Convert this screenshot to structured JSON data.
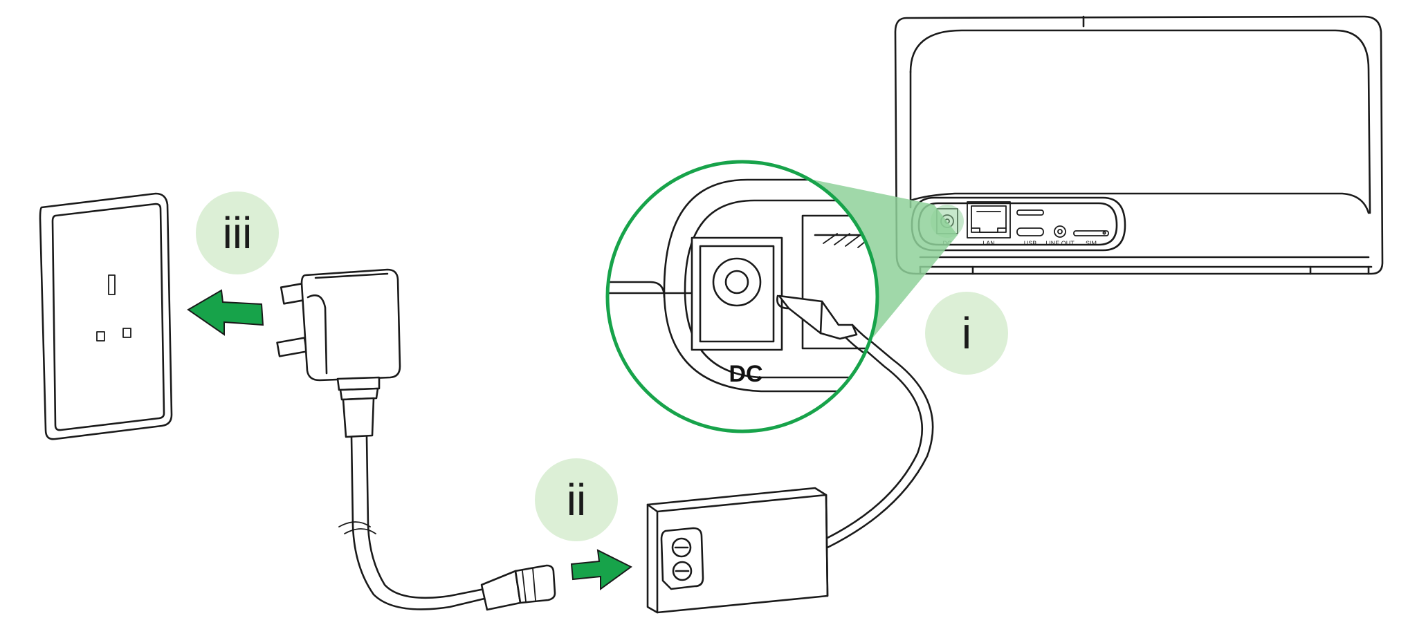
{
  "colors": {
    "accent_green": "#17a34a",
    "badge_fill": "#dcefd6",
    "zoom_fill": "#8fd19a",
    "ink": "#1a1a1a"
  },
  "steps": [
    {
      "label": "i"
    },
    {
      "label": "ii"
    },
    {
      "label": "iii"
    }
  ],
  "device": {
    "ports": [
      "DC",
      "LAN",
      "USB",
      "LINE OUT",
      "SIM"
    ]
  },
  "zoom": {
    "port_label": "DC"
  },
  "icons": [
    "wall-socket-icon",
    "uk-plug-icon",
    "power-adapter-icon",
    "arrow-icon",
    "hub-device-icon"
  ]
}
